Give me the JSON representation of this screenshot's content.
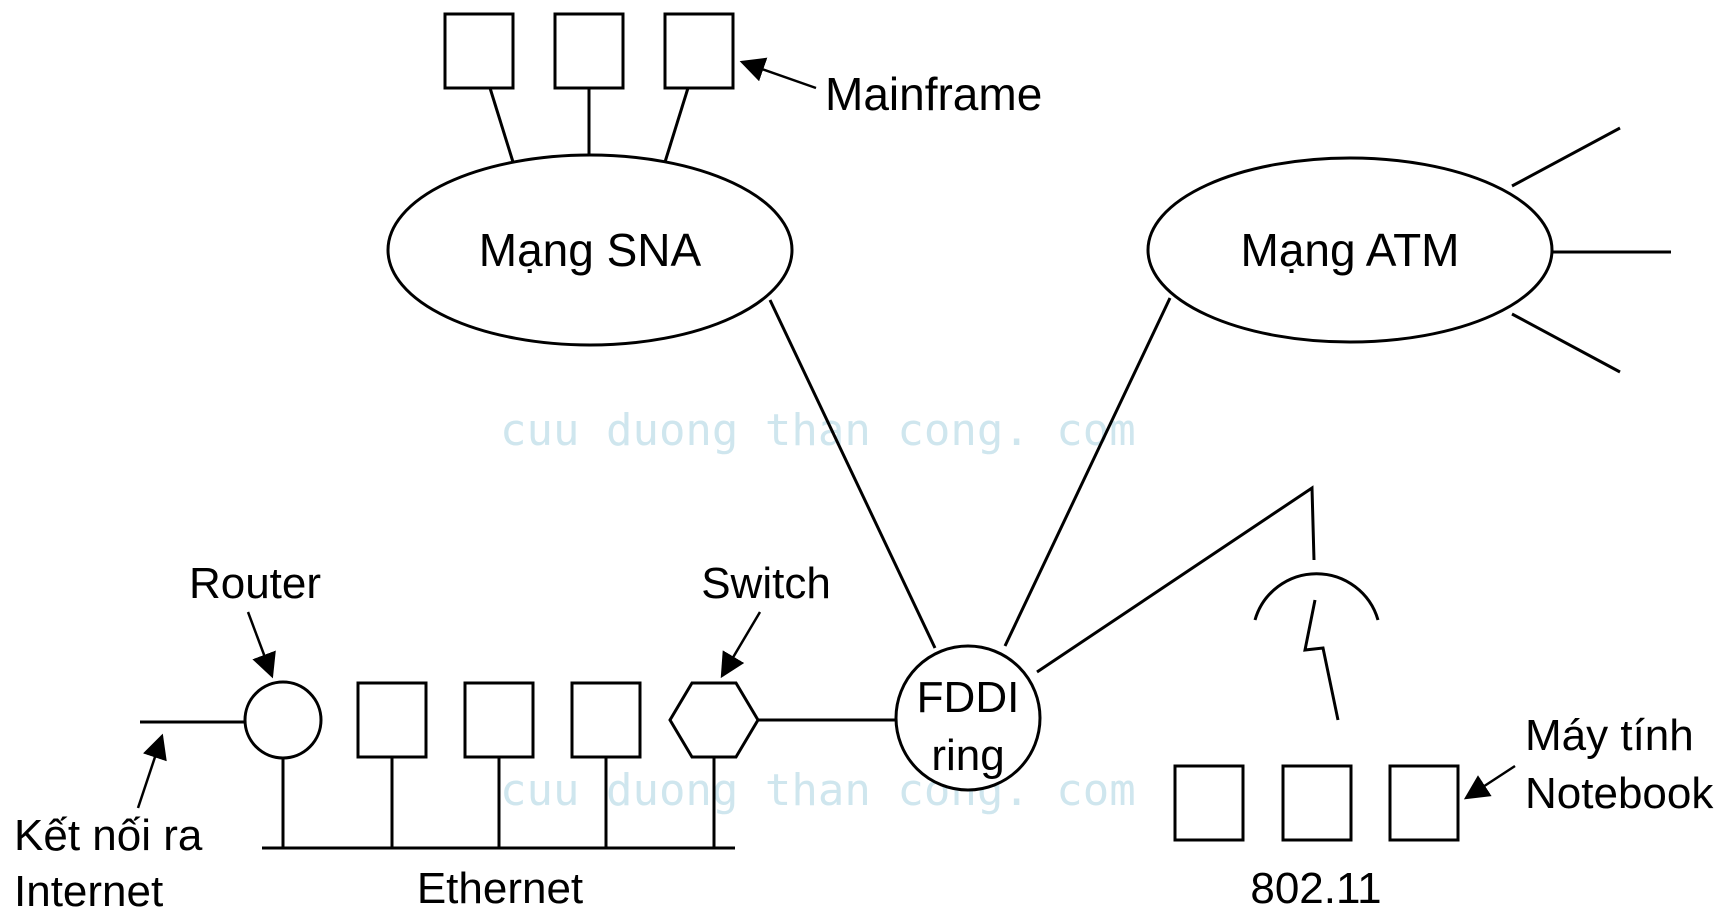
{
  "labels": {
    "mainframe": "Mainframe",
    "sna": "Mạng SNA",
    "atm": "Mạng ATM",
    "router": "Router",
    "switch": "Switch",
    "fddi_line1": "FDDI",
    "fddi_line2": "ring",
    "notebook_line1": "Máy tính",
    "notebook_line2": "Notebook",
    "internet_line1": "Kết nối ra",
    "internet_line2": "Internet",
    "ethernet": "Ethernet",
    "wifi": "802.11"
  },
  "watermark": {
    "line1": "cuu duong than cong. com",
    "line2": "cuu duong than cong. com"
  }
}
